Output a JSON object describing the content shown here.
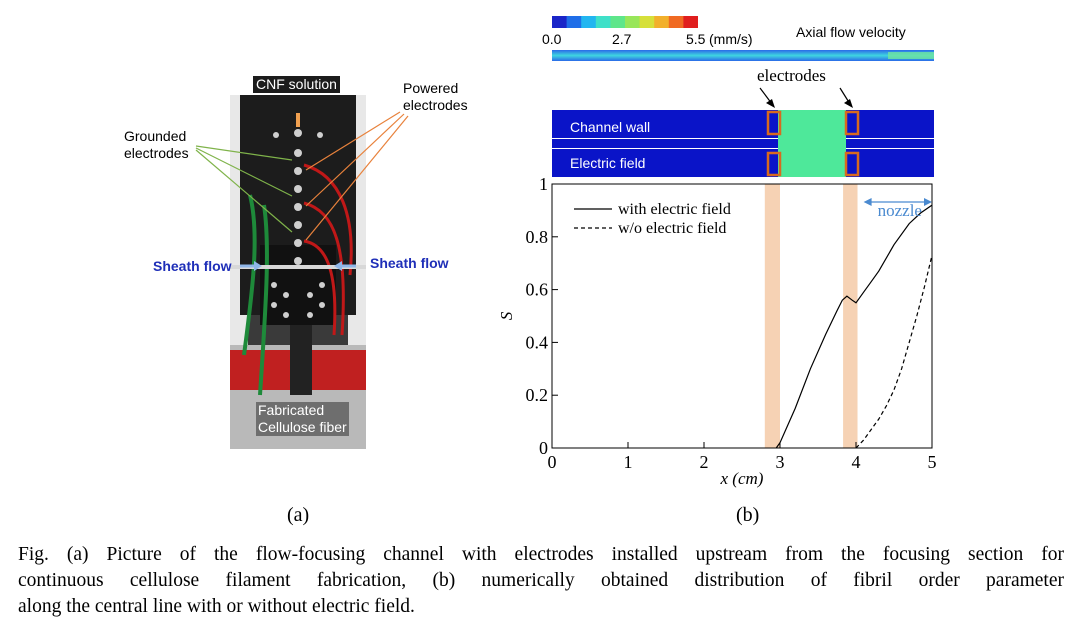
{
  "figure_a": {
    "labels": {
      "cnf_solution": "CNF solution",
      "powered_electrodes_line1": "Powered",
      "powered_electrodes_line2": "electrodes",
      "grounded_electrodes_line1": "Grounded",
      "grounded_electrodes_line2": "electrodes",
      "sheath_flow_left": "Sheath flow",
      "sheath_flow_right": "Sheath flow",
      "fabricated_line1": "Fabricated",
      "fabricated_line2": "Cellulose fiber"
    },
    "panel_tag": "(a)",
    "colors": {
      "photo_background": "#1c1c1c",
      "powered_lines": "#e8823c",
      "grounded_lines": "#7fb34a",
      "sheath_label": "#1f2fb8"
    }
  },
  "figure_b": {
    "colorbar": {
      "ticks": [
        "0.0",
        "2.7",
        "5.5"
      ],
      "unit": "(mm/s)",
      "title": "Axial flow velocity",
      "colors": [
        "#1a25c8",
        "#1f6ee8",
        "#22b6f0",
        "#3fe0c8",
        "#5fe68a",
        "#98e65a",
        "#d6e03a",
        "#f2b02c",
        "#f06a22",
        "#e01e1e"
      ]
    },
    "electrodes_label": "electrodes",
    "channel_labels": {
      "top": "Channel  wall",
      "bottom": "Electric field"
    },
    "nozzle_label": "nozzle",
    "panel_tag": "(b)",
    "colors": {
      "channel_blue": "#0a14c8",
      "field_green": "#4ee89a",
      "electrode_box": "#d86a1e",
      "electrode_band": "#f6d2b4",
      "nozzle_arrow": "#4a8ad0"
    }
  },
  "chart_data": {
    "type": "line",
    "xlabel": "x (cm)",
    "ylabel": "S",
    "xlim": [
      0,
      5
    ],
    "ylim": [
      0,
      1
    ],
    "x_ticks": [
      "0",
      "1",
      "2",
      "3",
      "4",
      "5"
    ],
    "y_ticks": [
      "0",
      "0.2",
      "0.4",
      "0.6",
      "0.8",
      "1"
    ],
    "grid": false,
    "legend_placement": "top-left",
    "electrode_bands": [
      [
        2.8,
        3.0
      ],
      [
        3.83,
        4.02
      ]
    ],
    "nozzle_range": [
      4.1,
      5.0
    ],
    "series": [
      {
        "name": "with electric field",
        "style": "solid",
        "x": [
          2.95,
          3.0,
          3.2,
          3.4,
          3.6,
          3.75,
          3.82,
          3.88,
          3.95,
          4.0,
          4.1,
          4.2,
          4.3,
          4.5,
          4.7,
          4.85,
          5.0
        ],
        "y": [
          0.0,
          0.02,
          0.15,
          0.3,
          0.43,
          0.52,
          0.56,
          0.575,
          0.56,
          0.55,
          0.59,
          0.63,
          0.67,
          0.77,
          0.85,
          0.89,
          0.92
        ]
      },
      {
        "name": "w/o electric field",
        "style": "dashed",
        "x": [
          4.0,
          4.1,
          4.2,
          4.3,
          4.4,
          4.5,
          4.6,
          4.7,
          4.8,
          4.9,
          5.0
        ],
        "y": [
          0.0,
          0.03,
          0.07,
          0.11,
          0.16,
          0.22,
          0.3,
          0.4,
          0.5,
          0.61,
          0.73
        ]
      }
    ]
  },
  "caption": {
    "line1": "Fig. (a) Picture of the flow-focusing channel with electrodes installed upstream from the focusing section for",
    "line2": "continuous cellulose filament fabrication, (b) numerically obtained distribution of fibril order parameter",
    "line3": "along the central line with or without electric field."
  }
}
